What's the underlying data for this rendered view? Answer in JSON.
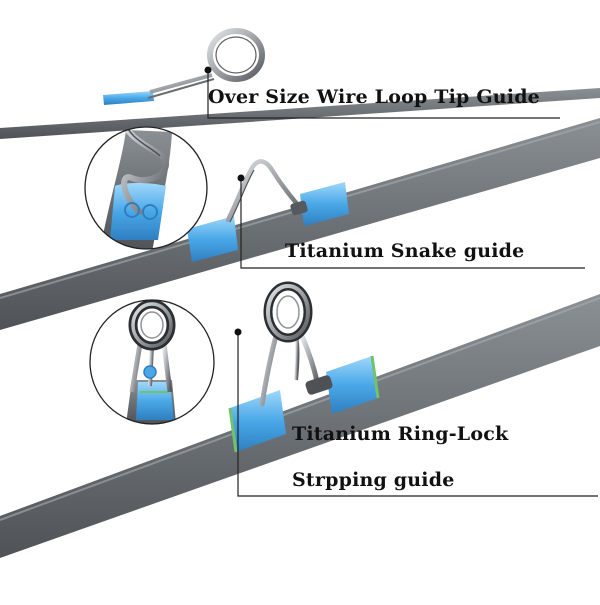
{
  "labels": {
    "tip_guide": "Over Size Wire Loop Tip Guide",
    "snake_guide": "Titanium Snake guide",
    "ringlock_line1": "Titanium Ring-Lock",
    "ringlock_line2": "Strpping guide"
  },
  "colors": {
    "rod_blank": "#6f7479",
    "rod_highlight": "#9aa0a5",
    "wrap_blue": "#4aa8e8",
    "wrap_blue_light": "#8fd0f7",
    "metal": "#b9bcbf",
    "metal_dark": "#55595d",
    "callout_line": "#222222"
  }
}
